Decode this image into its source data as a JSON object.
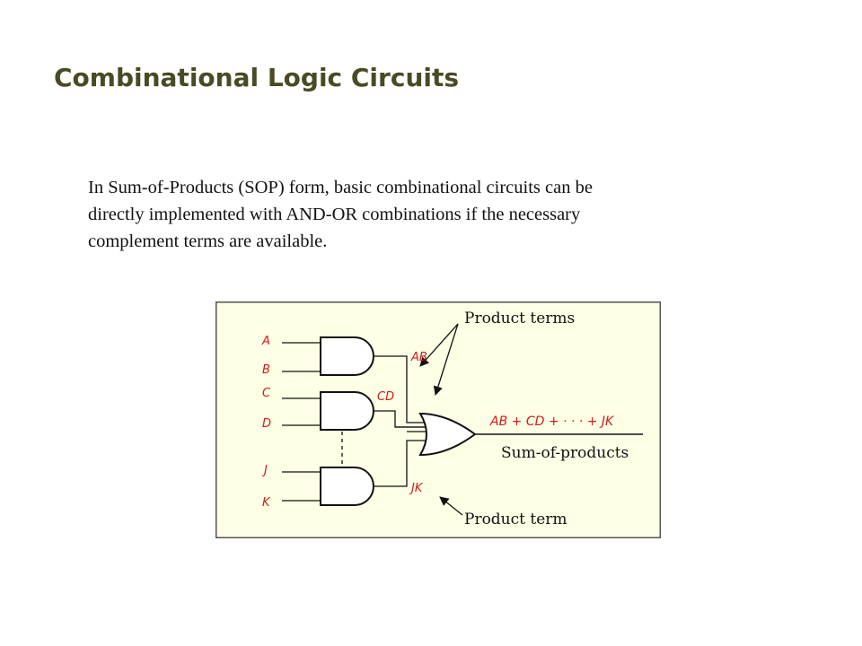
{
  "slide": {
    "title": "Combinational Logic Circuits",
    "paragraph_lines": [
      "In Sum-of-Products (SOP) form, basic combinational circuits can be",
      "directly implemented with AND-OR combinations if the necessary",
      "complement terms are available."
    ]
  },
  "diagram": {
    "background_color": "#ffffe6",
    "label_color": "#cc1b1b",
    "inputs": [
      "A",
      "B",
      "C",
      "D",
      "J",
      "K"
    ],
    "product_labels": [
      "AB",
      "CD",
      "JK"
    ],
    "output_expression": "AB + CD + · · · + JK",
    "output_caption": "Sum-of-products",
    "callout_top": "Product terms",
    "callout_bottom": "Product term"
  }
}
